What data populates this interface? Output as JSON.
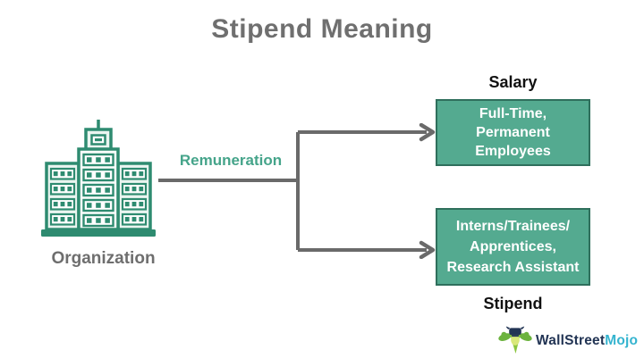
{
  "title": "Stipend Meaning",
  "source": {
    "icon": "building-icon",
    "label": "Organization"
  },
  "connector": {
    "label": "Remuneration"
  },
  "branches": [
    {
      "label": "Salary",
      "label_position": "above-box",
      "box_lines": [
        "Full-Time,",
        "Permanent",
        "Employees"
      ]
    },
    {
      "label": "Stipend",
      "label_position": "below-box",
      "box_lines": [
        "Interns/Trainees/",
        "Apprentices,",
        "Research Assistant"
      ]
    }
  ],
  "logo": {
    "icon": "wallstreetmojo-mascot-icon",
    "text_primary": "WallStreet",
    "text_accent": "Mojo"
  },
  "colors": {
    "title_gray": "#6f6f6f",
    "box_fill": "#54aa90",
    "box_border": "#2f6f5c",
    "box_text": "#ffffff",
    "connector_gray": "#6a6a6a",
    "remuneration_teal": "#45a48a",
    "branch_label_black": "#111111",
    "building_stroke": "#2e8b70",
    "logo_navy": "#223454",
    "logo_blue": "#35b4cf",
    "logo_green": "#6cb33f"
  }
}
